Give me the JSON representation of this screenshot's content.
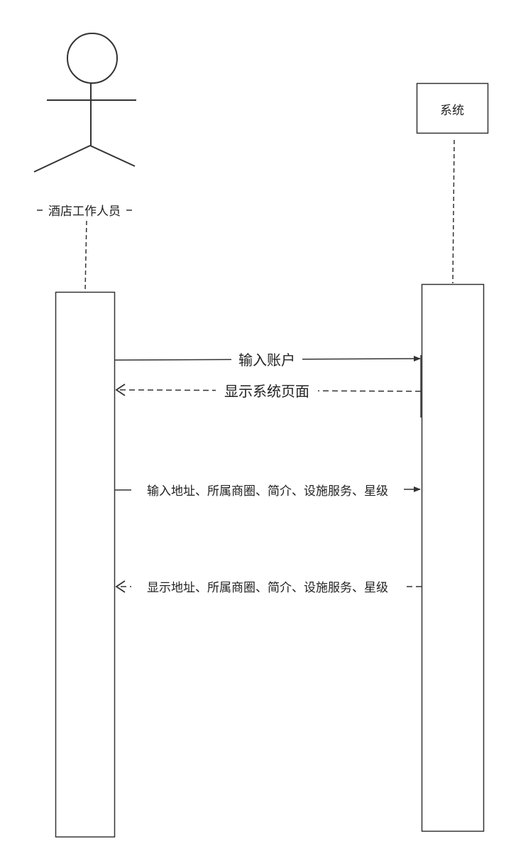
{
  "actor": {
    "name": "酒店工作人员",
    "icon": "stick-figure-icon"
  },
  "system": {
    "name": "系统"
  },
  "messages": [
    {
      "text": "输入账户",
      "direction": "actor-to-system",
      "style": "solid"
    },
    {
      "text": "显示系统页面",
      "direction": "system-to-actor",
      "style": "dashed"
    },
    {
      "text": "输入地址、所属商圈、简介、设施服务、星级",
      "direction": "actor-to-system",
      "style": "solid"
    },
    {
      "text": "显示地址、所属商圈、简介、设施服务、星级",
      "direction": "system-to-actor",
      "style": "dashed"
    }
  ],
  "colors": {
    "stroke": "#333333",
    "text": "#222222",
    "background": "#ffffff"
  }
}
